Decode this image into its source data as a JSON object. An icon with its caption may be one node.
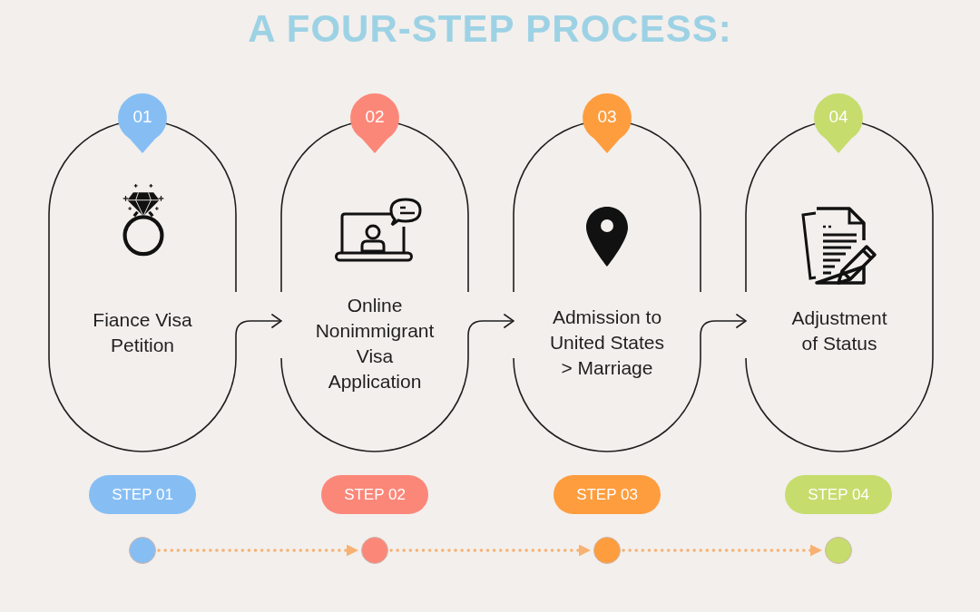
{
  "diagram": {
    "title": "A FOUR-STEP PROCESS:",
    "nodes": [
      {
        "text": [
          "01"
        ]
      },
      {
        "text": [
          "Fiance Visa Petition"
        ]
      },
      {
        "text": [
          "02"
        ]
      },
      {
        "text": [
          "Online Nonimmigrant Visa Application"
        ]
      },
      {
        "text": [
          "03"
        ]
      },
      {
        "text": [
          "Admission to United States > Marriage"
        ]
      },
      {
        "text": [
          "04"
        ]
      },
      {
        "text": [
          "Adjustment of Status"
        ]
      },
      {
        "text": [
          "STEP 01"
        ]
      },
      {
        "text": [
          "STEP 02"
        ]
      },
      {
        "text": [
          "STEP 03"
        ]
      },
      {
        "text": [
          "STEP 04"
        ]
      },
      {
        "text": [],
        "shape": "circle"
      },
      {
        "text": [],
        "shape": "circle"
      },
      {
        "text": [],
        "shape": "circle"
      },
      {
        "text": [],
        "shape": "circle"
      }
    ],
    "edges": [
      {
        "from": 1,
        "to": 3,
        "arrow": "to"
      },
      {
        "from": 3,
        "to": 5,
        "arrow": "to"
      },
      {
        "from": 5,
        "to": 7,
        "arrow": "to"
      },
      {
        "from": 12,
        "to": 13,
        "arrow": "to",
        "style": "dashed",
        "color": "#f7b273"
      },
      {
        "from": 13,
        "to": 14,
        "arrow": "to",
        "style": "dashed",
        "color": "#f7b273"
      },
      {
        "from": 14,
        "to": 15,
        "arrow": "to",
        "style": "dashed",
        "color": "#f7b273"
      }
    ]
  }
}
